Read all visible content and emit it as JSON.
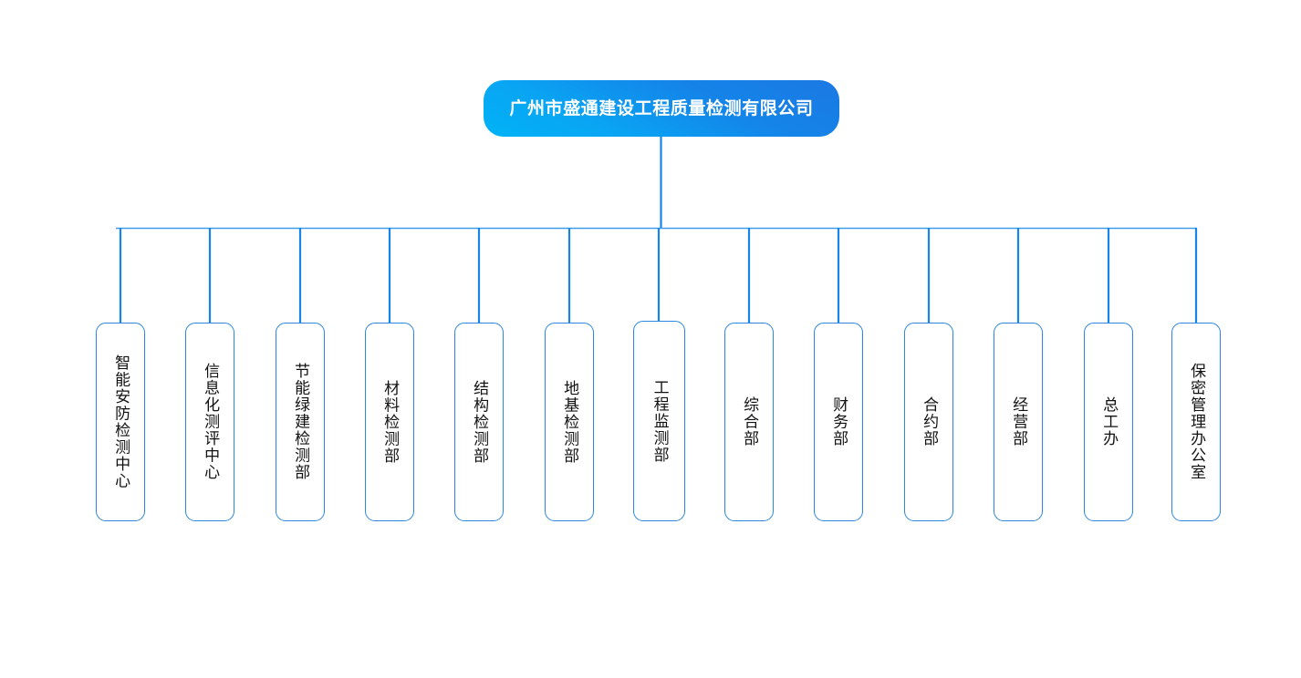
{
  "diagram": {
    "type": "organization-chart",
    "orientation": "top-down",
    "background_color": "#ffffff",
    "connector_color": "#1684e8",
    "node_border_color": "#2b87e0",
    "root_gradient_from": "#1b79e3",
    "root_gradient_to": "#00b3f6",
    "root_text_color": "#ffffff"
  },
  "root": {
    "label": "广州市盛通建设工程质量检测有限公司"
  },
  "departments": [
    {
      "label": "智能安防检测中心"
    },
    {
      "label": "信息化测评中心"
    },
    {
      "label": "节能绿建检测部"
    },
    {
      "label": "材料检测部"
    },
    {
      "label": "结构检测部"
    },
    {
      "label": "地基检测部"
    },
    {
      "label": "工程监测部"
    },
    {
      "label": "综合部"
    },
    {
      "label": "财务部"
    },
    {
      "label": "合约部"
    },
    {
      "label": "经营部"
    },
    {
      "label": "总工办"
    },
    {
      "label": "保密管理办公室"
    }
  ]
}
